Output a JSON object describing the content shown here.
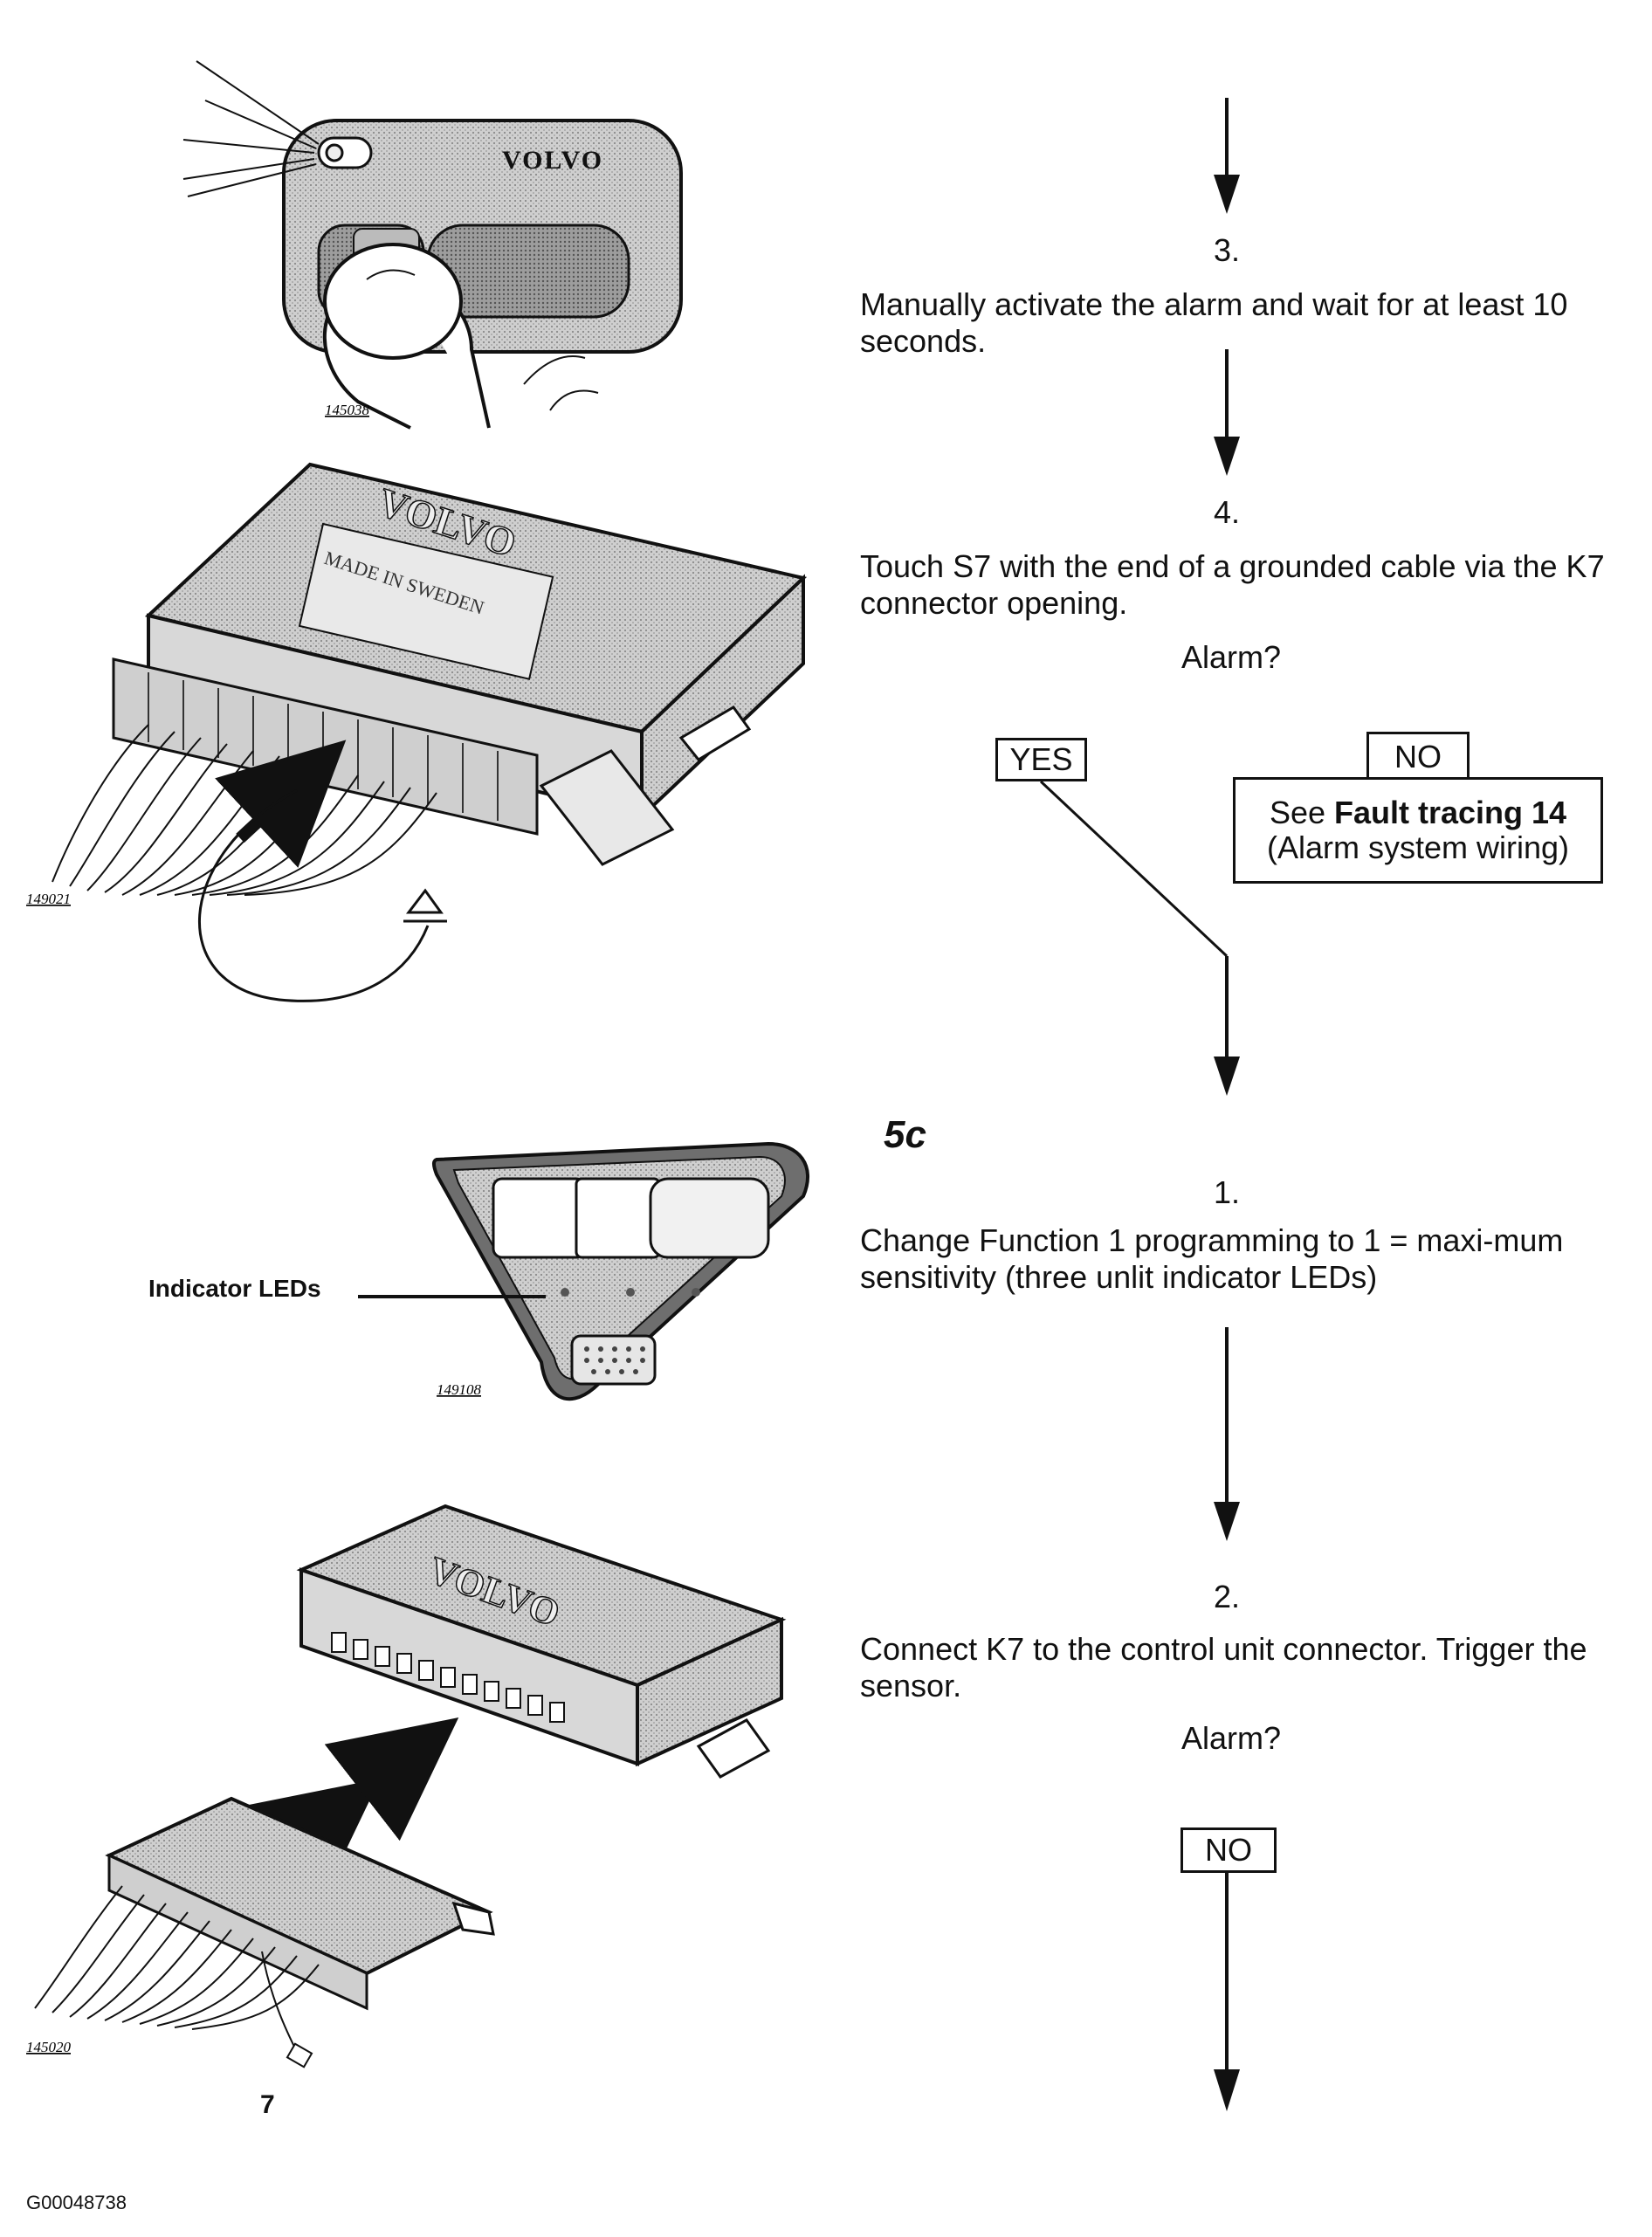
{
  "figures": {
    "remote": {
      "brand": "VOLVO",
      "id": "145038"
    },
    "control_unit": {
      "brand": "VOLVO",
      "label": "MADE IN SWEDEN",
      "id": "149021"
    },
    "indicator": {
      "callout": "Indicator LEDs",
      "id": "149108"
    },
    "connector": {
      "brand": "VOLVO",
      "pin_label": "7",
      "id": "145020"
    }
  },
  "flow": {
    "step3": {
      "num": "3.",
      "text": "Manually activate the alarm and wait for at least 10 seconds."
    },
    "step4": {
      "num": "4.",
      "text": "Touch S7 with the end of a grounded cable via the K7  connector opening.",
      "question": "Alarm?"
    },
    "yes_label": "YES",
    "no_label": "NO",
    "fault_box": {
      "prefix": "See ",
      "bold": "Fault tracing 14",
      "line2": "(Alarm system wiring)"
    },
    "section": "5c",
    "s5c_step1": {
      "num": "1.",
      "text": "Change Function 1 programming to 1 = maxi-mum sensitivity (three unlit indicator LEDs)"
    },
    "s5c_step2": {
      "num": "2.",
      "text": "Connect K7 to the control unit connector. Trigger the sensor.",
      "question": "Alarm?"
    },
    "no_label2": "NO"
  },
  "footer_code": "G00048738"
}
